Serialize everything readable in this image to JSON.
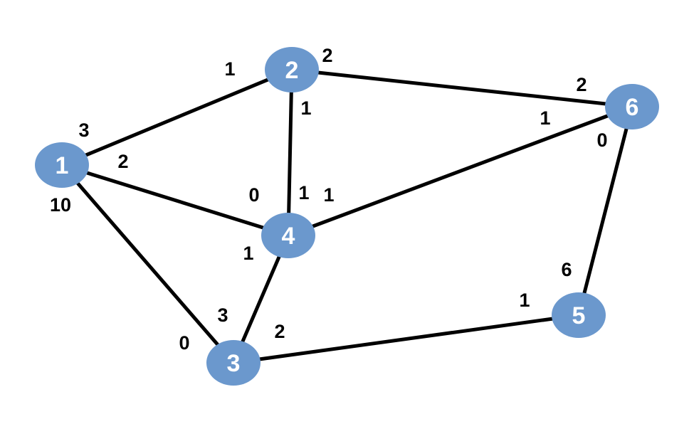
{
  "graph": {
    "colors": {
      "node_fill": "#6b98cd",
      "node_text": "#ffffff",
      "edge": "#000000",
      "weight_text": "#000000"
    },
    "nodes": [
      {
        "id": "1",
        "label": "1"
      },
      {
        "id": "2",
        "label": "2"
      },
      {
        "id": "3",
        "label": "3"
      },
      {
        "id": "4",
        "label": "4"
      },
      {
        "id": "5",
        "label": "5"
      },
      {
        "id": "6",
        "label": "6"
      }
    ],
    "edges": [
      {
        "from": "1",
        "to": "2"
      },
      {
        "from": "1",
        "to": "4"
      },
      {
        "from": "1",
        "to": "3"
      },
      {
        "from": "2",
        "to": "4"
      },
      {
        "from": "2",
        "to": "6"
      },
      {
        "from": "4",
        "to": "6"
      },
      {
        "from": "4",
        "to": "3"
      },
      {
        "from": "3",
        "to": "5"
      },
      {
        "from": "5",
        "to": "6"
      }
    ],
    "weights": [
      "1",
      "3",
      "2",
      "10",
      "2",
      "1",
      "2",
      "1",
      "0",
      "1",
      "1",
      "0",
      "1",
      "6",
      "1",
      "3",
      "2",
      "0"
    ]
  }
}
